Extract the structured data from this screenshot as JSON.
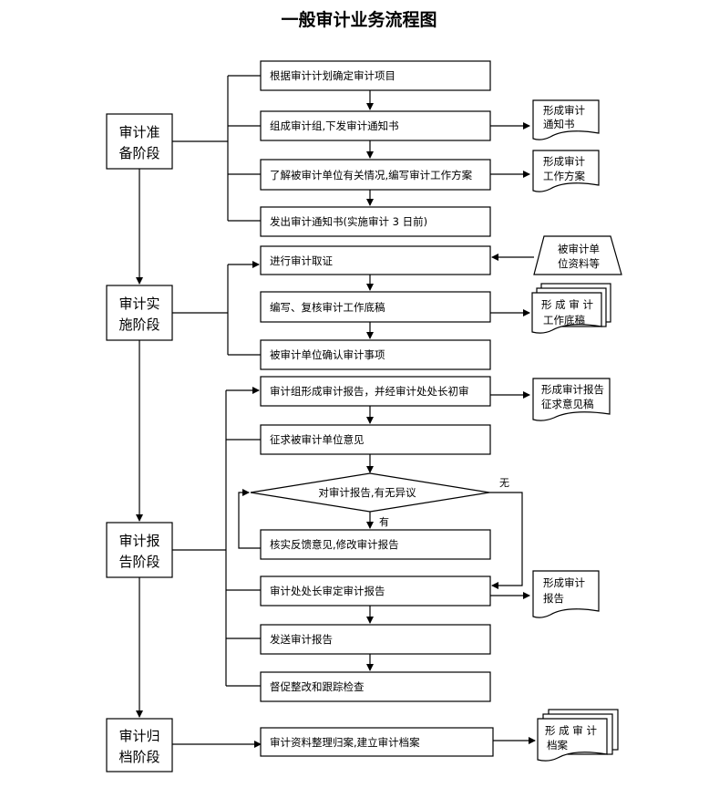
{
  "title": "一般审计业务流程图",
  "phases": [
    {
      "line1": "审计准",
      "line2": "备阶段"
    },
    {
      "line1": "审计实",
      "line2": "施阶段"
    },
    {
      "line1": "审计报",
      "line2": "告阶段"
    },
    {
      "line1": "审计归",
      "line2": "档阶段"
    }
  ],
  "steps": [
    "根据审计计划确定审计项目",
    "组成审计组,下发审计通知书",
    "了解被审计单位有关情况,编写审计工作方案",
    "发出审计通知书(实施审计 3 日前)",
    "进行审计取证",
    "编写、复核审计工作底稿",
    "被审计单位确认审计事项",
    "审计组形成审计报告，并经审计处处长初审",
    "征求被审计单位意见",
    "核实反馈意见,修改审计报告",
    "审计处处长审定审计报告",
    "发送审计报告",
    "督促整改和跟踪检查",
    "审计资料整理归案,建立审计档案"
  ],
  "decision": {
    "text": "对审计报告,有无异议",
    "yes": "有",
    "no": "无"
  },
  "docs": [
    {
      "line1": "形成审计",
      "line2": "通知书"
    },
    {
      "line1": "形成审计",
      "line2": "工作方案"
    },
    {
      "line1": "形 成 审 计",
      "line2": "工作底稿"
    },
    {
      "line1": "形成审计报告",
      "line2": "征求意见稿"
    },
    {
      "line1": "形成审计",
      "line2": "报告"
    },
    {
      "line1": "形 成 审 计",
      "line2": "档案"
    }
  ],
  "input": {
    "line1": "被审计单",
    "line2": "位资料等"
  }
}
